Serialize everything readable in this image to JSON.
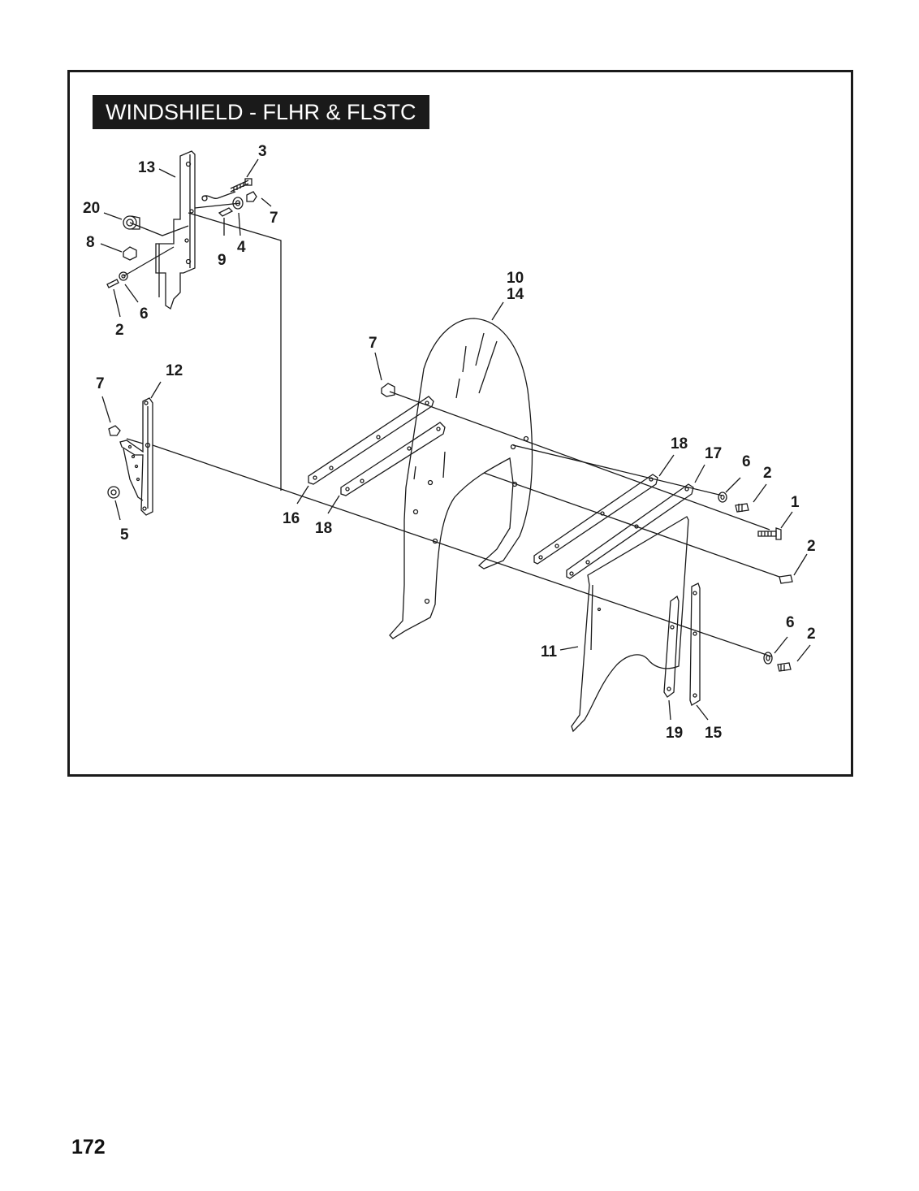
{
  "title": "WINDSHIELD - FLHR & FLSTC",
  "page_number": "172",
  "callouts": [
    {
      "id": "callout-13",
      "text": "13"
    },
    {
      "id": "callout-3",
      "text": "3"
    },
    {
      "id": "callout-20",
      "text": "20"
    },
    {
      "id": "callout-7-top",
      "text": "7"
    },
    {
      "id": "callout-8",
      "text": "8"
    },
    {
      "id": "callout-9",
      "text": "9"
    },
    {
      "id": "callout-4",
      "text": "4"
    },
    {
      "id": "callout-6-left",
      "text": "6"
    },
    {
      "id": "callout-2-left",
      "text": "2"
    },
    {
      "id": "callout-10",
      "text": "10"
    },
    {
      "id": "callout-14",
      "text": "14"
    },
    {
      "id": "callout-7-mid",
      "text": "7"
    },
    {
      "id": "callout-7-left",
      "text": "7"
    },
    {
      "id": "callout-12",
      "text": "12"
    },
    {
      "id": "callout-5",
      "text": "5"
    },
    {
      "id": "callout-16",
      "text": "16"
    },
    {
      "id": "callout-18-left",
      "text": "18"
    },
    {
      "id": "callout-18-right",
      "text": "18"
    },
    {
      "id": "callout-17",
      "text": "17"
    },
    {
      "id": "callout-6-right",
      "text": "6"
    },
    {
      "id": "callout-2-right-top",
      "text": "2"
    },
    {
      "id": "callout-1",
      "text": "1"
    },
    {
      "id": "callout-2-right-mid",
      "text": "2"
    },
    {
      "id": "callout-6-bottom",
      "text": "6"
    },
    {
      "id": "callout-2-bottom",
      "text": "2"
    },
    {
      "id": "callout-11",
      "text": "11"
    },
    {
      "id": "callout-19",
      "text": "19"
    },
    {
      "id": "callout-15",
      "text": "15"
    }
  ]
}
